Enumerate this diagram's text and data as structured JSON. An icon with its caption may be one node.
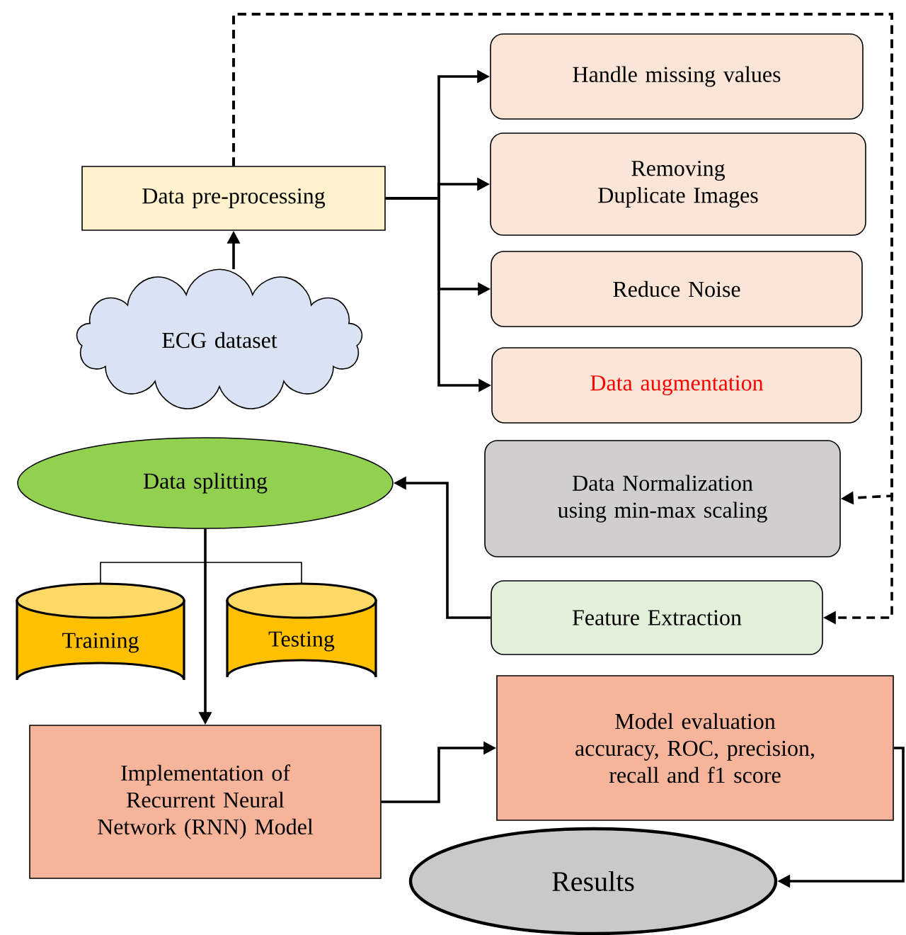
{
  "diagram": {
    "nodes": [
      {
        "text": [
          "Data pre-processing"
        ]
      },
      {
        "text": [
          "Handle missing values"
        ]
      },
      {
        "text": [
          "Removing Duplicate Images"
        ]
      },
      {
        "text": [
          "Reduce Noise"
        ]
      },
      {
        "text": [
          "Data augmentation"
        ]
      },
      {
        "text": [
          "ECG dataset"
        ]
      },
      {
        "text": [
          "Data splitting"
        ]
      },
      {
        "text": [
          "Data Normalization using min-max scaling"
        ]
      },
      {
        "text": [
          "Training"
        ]
      },
      {
        "text": [
          "Testing"
        ]
      },
      {
        "text": [
          "Feature Extraction"
        ]
      },
      {
        "text": [
          "Implementation of Recurrent Neural Network (RNN) Model"
        ]
      },
      {
        "text": [
          "Model evaluation accuracy, ROC, precision, recall and f1 score"
        ]
      },
      {
        "text": [
          "Results"
        ]
      }
    ],
    "edges": [
      {
        "from": 5,
        "to": 0,
        "arrow": "to"
      },
      {
        "from": 0,
        "to": 1,
        "arrow": "to"
      },
      {
        "from": 0,
        "to": 2,
        "arrow": "to"
      },
      {
        "from": 0,
        "to": 3,
        "arrow": "to"
      },
      {
        "from": 0,
        "to": 4,
        "arrow": "to"
      },
      {
        "from": 0,
        "to": 7,
        "arrow": "to",
        "style": "dashed"
      },
      {
        "from": 0,
        "to": 10,
        "arrow": "to",
        "style": "dashed"
      },
      {
        "from": 10,
        "to": 6,
        "arrow": "to"
      },
      {
        "from": 6,
        "to": 8,
        "arrow": "none"
      },
      {
        "from": 6,
        "to": 9,
        "arrow": "none"
      },
      {
        "from": 6,
        "to": 11,
        "arrow": "to"
      },
      {
        "from": 11,
        "to": 12,
        "arrow": "to"
      },
      {
        "from": 12,
        "to": 13,
        "arrow": "to"
      }
    ]
  }
}
